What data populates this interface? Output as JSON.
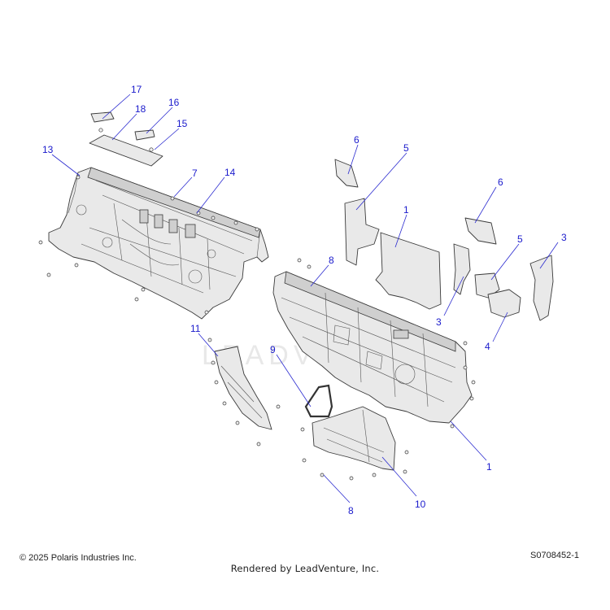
{
  "callouts": {
    "c17": "17",
    "c18": "18",
    "c16": "16",
    "c15": "15",
    "c13": "13",
    "c7": "7",
    "c14": "14",
    "c6a": "6",
    "c5a": "5",
    "c1a": "1",
    "c6b": "6",
    "c3a": "3",
    "c8a": "8",
    "c5b": "5",
    "c3b": "3",
    "c4": "4",
    "c11": "11",
    "c9": "9",
    "c1b": "1",
    "c10": "10",
    "c8b": "8"
  },
  "watermark_text": "LEADVENTURE",
  "footer": {
    "copyright": "© 2025 Polaris Industries Inc.",
    "reference_code": "S0708452-1",
    "rendered_by": "Rendered by LeadVenture, Inc."
  },
  "colors": {
    "callout": "#1a1acc",
    "part_fill": "#e9e9e9",
    "outline": "#3a3a3a"
  }
}
